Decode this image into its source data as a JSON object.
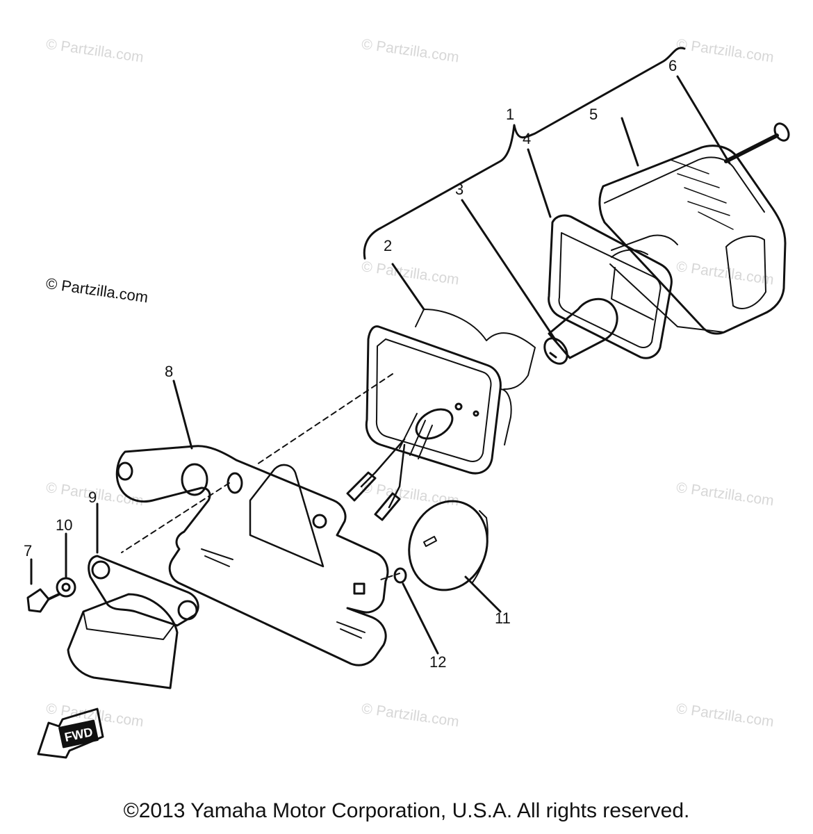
{
  "callouts": [
    "1",
    "2",
    "3",
    "4",
    "5",
    "6",
    "7",
    "8",
    "9",
    "10",
    "11",
    "12"
  ],
  "watermark": "© Partzilla.com",
  "copyright": "©2013 Yamaha Motor Corporation, U.S.A. All rights reserved.",
  "fwd_label": "FWD"
}
